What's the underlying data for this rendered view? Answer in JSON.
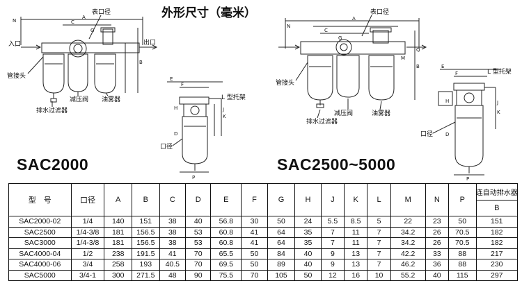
{
  "title": "外形尺寸（毫米）",
  "labels": {
    "inlet": "入口",
    "outlet": "出口",
    "gauge_port_1": "表口径",
    "gauge_port_2": "表口径",
    "fitting_1": "管接头",
    "fitting_2": "管接头",
    "filter_1": "排水过滤器",
    "filter_2": "排水过滤器",
    "regulator_1": "减压阀",
    "regulator_2": "减压阀",
    "lubricator_1": "油雾器",
    "lubricator_2": "油雾器",
    "bracket_1": "L 型托架",
    "bracket_2": "L 型托架",
    "port_1": "口径",
    "port_2": "口径"
  },
  "dim_letters": {
    "N": "N",
    "C": "C",
    "G": "G",
    "A": "A",
    "B": "B",
    "Q": "Q",
    "M": "M",
    "E": "E",
    "F": "F",
    "J": "J",
    "K": "K",
    "H": "H",
    "D": "D",
    "P": "P"
  },
  "models": {
    "small": "SAC2000",
    "large": "SAC2500~5000"
  },
  "table": {
    "headers": [
      "型　号",
      "口径",
      "A",
      "B",
      "C",
      "D",
      "E",
      "F",
      "G",
      "H",
      "J",
      "K",
      "L",
      "M",
      "N",
      "P"
    ],
    "auto_drain_header": "连自动排水器",
    "auto_drain_sub": "B",
    "rows": [
      [
        "SAC2000-02",
        "1/4",
        "140",
        "151",
        "38",
        "40",
        "56.8",
        "30",
        "50",
        "24",
        "5.5",
        "8.5",
        "5",
        "22",
        "23",
        "50",
        "151"
      ],
      [
        "SAC2500",
        "1/4-3/8",
        "181",
        "156.5",
        "38",
        "53",
        "60.8",
        "41",
        "64",
        "35",
        "7",
        "11",
        "7",
        "34.2",
        "26",
        "70.5",
        "182"
      ],
      [
        "SAC3000",
        "1/4-3/8",
        "181",
        "156.5",
        "38",
        "53",
        "60.8",
        "41",
        "64",
        "35",
        "7",
        "11",
        "7",
        "34.2",
        "26",
        "70.5",
        "182"
      ],
      [
        "SAC4000-04",
        "1/2",
        "238",
        "191.5",
        "41",
        "70",
        "65.5",
        "50",
        "84",
        "40",
        "9",
        "13",
        "7",
        "42.2",
        "33",
        "88",
        "217"
      ],
      [
        "SAC4000-06",
        "3/4",
        "258",
        "193",
        "40.5",
        "70",
        "69.5",
        "50",
        "89",
        "40",
        "9",
        "13",
        "7",
        "46.2",
        "36",
        "88",
        "230"
      ],
      [
        "SAC5000",
        "3/4-1",
        "300",
        "271.5",
        "48",
        "90",
        "75.5",
        "70",
        "105",
        "50",
        "12",
        "16",
        "10",
        "55.2",
        "40",
        "115",
        "297"
      ]
    ]
  }
}
